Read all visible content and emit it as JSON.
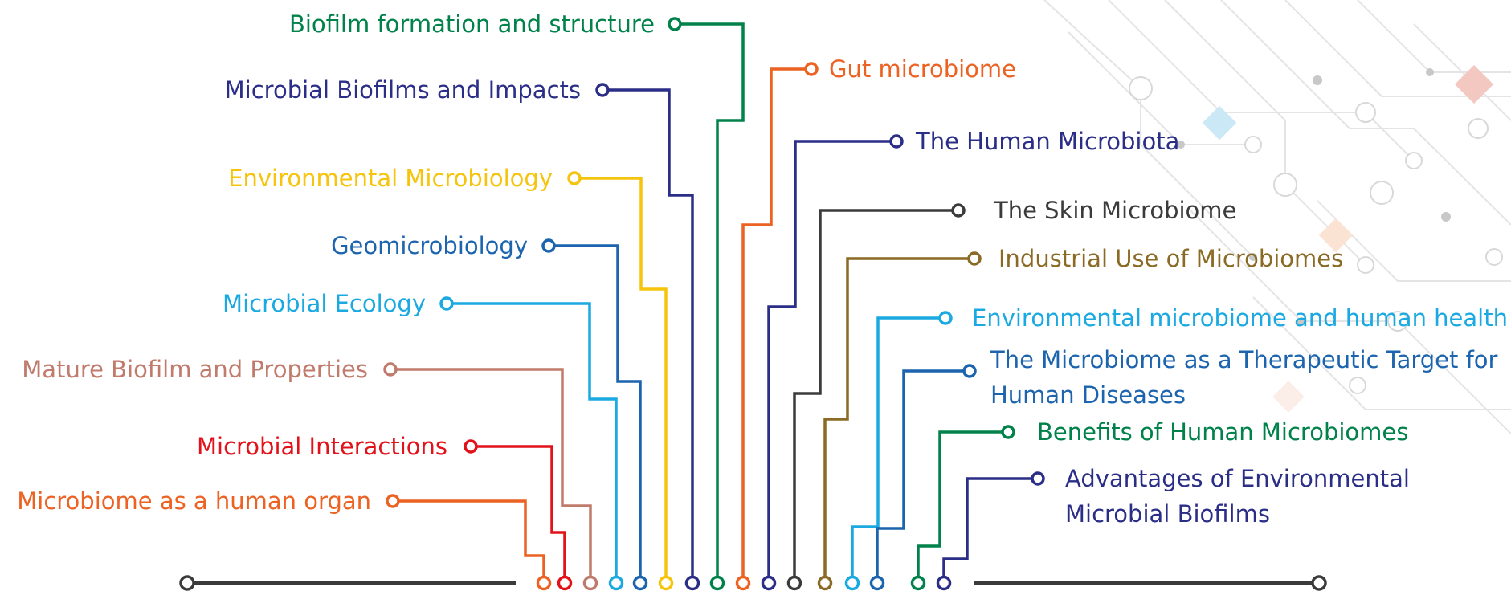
{
  "topics_left": [
    {
      "label": "Biofilm formation and structure",
      "color": "#00824a"
    },
    {
      "label": "Microbial Biofilms and Impacts",
      "color": "#2b2e87"
    },
    {
      "label": "Environmental Microbiology",
      "color": "#f6c40d"
    },
    {
      "label": "Geomicrobiology",
      "color": "#1c64ad"
    },
    {
      "label": "Microbial Ecology",
      "color": "#1aa9e1"
    },
    {
      "label": "Mature Biofilm and Properties",
      "color": "#c07b6c"
    },
    {
      "label": "Microbial Interactions",
      "color": "#e2121b"
    },
    {
      "label": "Microbiome as a human organ",
      "color": "#ec6223"
    }
  ],
  "topics_right": [
    {
      "label": "Gut microbiome",
      "color": "#ec6223"
    },
    {
      "label": "The Human Microbiota",
      "color": "#2b2e87"
    },
    {
      "label": "The Skin Microbiome",
      "color": "#3b3b3b"
    },
    {
      "label": "Industrial Use of Microbiomes",
      "color": "#8a6a24"
    },
    {
      "label": "Environmental microbiome and human health",
      "color": "#1aa9e1"
    },
    {
      "label": "The Microbiome as a Therapeutic Target for Human Diseases",
      "line1": "The Microbiome as a Therapeutic Target for",
      "line2": "Human Diseases",
      "color": "#1c64ad"
    },
    {
      "label": "Benefits of Human Microbiomes",
      "color": "#00824a"
    },
    {
      "label": "Advantages of Environmental Microbial Biofilms",
      "line1": "Advantages of Environmental",
      "line2": "Microbial Biofilms",
      "color": "#2b2e87"
    }
  ],
  "baseline_color": "#3b3b3b"
}
